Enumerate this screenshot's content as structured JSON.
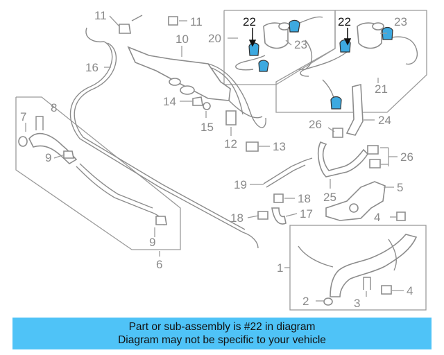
{
  "diagram": {
    "highlight_color": "#3da9e0",
    "labels": {
      "l1": "1",
      "l2": "2",
      "l3": "3",
      "l4a": "4",
      "l4b": "4",
      "l5": "5",
      "l6": "6",
      "l7": "7",
      "l8": "8",
      "l9a": "9",
      "l9b": "9",
      "l10": "10",
      "l11a": "11",
      "l11b": "11",
      "l12": "12",
      "l13": "13",
      "l14": "14",
      "l15": "15",
      "l16": "16",
      "l17": "17",
      "l18a": "18",
      "l18b": "18",
      "l19": "19",
      "l20": "20",
      "l21": "21",
      "l22a": "22",
      "l22b": "22",
      "l23a": "23",
      "l23b": "23",
      "l24": "24",
      "l25": "25",
      "l26a": "26",
      "l26b": "26"
    }
  },
  "banner": {
    "line1": "Part or sub-assembly is #22 in diagram",
    "line2": "Diagram may not be specific to your vehicle",
    "background": "#4fc3f7"
  }
}
